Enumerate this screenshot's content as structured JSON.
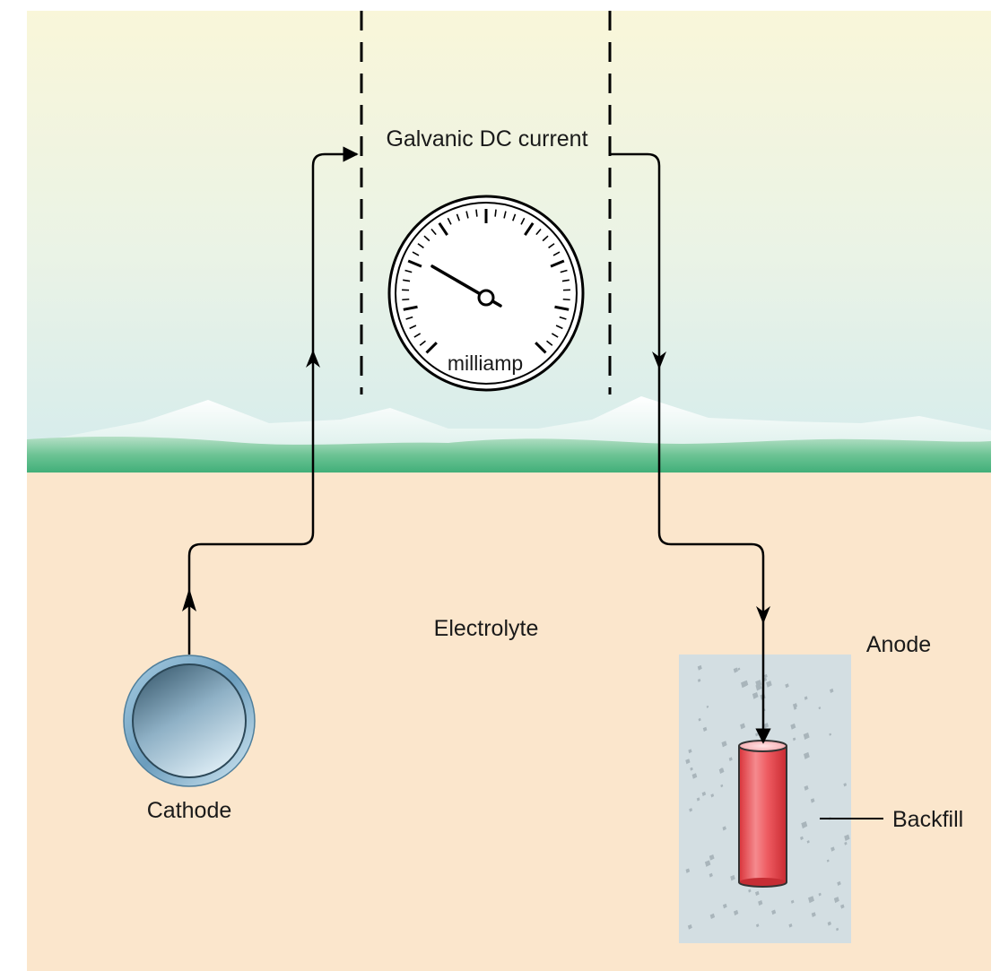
{
  "labels": {
    "current": "Galvanic DC current",
    "meter": "milliamp",
    "electrolyte": "Electrolyte",
    "anode": "Anode",
    "cathode": "Cathode",
    "backfill": "Backfill"
  },
  "meter": {
    "needle_icon": "gauge-needle-icon"
  },
  "colors": {
    "sky_top": "#f9f6d9",
    "sky_bottom": "#dcefef",
    "grass": "#5dbd8a",
    "soil": "#fbe6cc",
    "backfill": "#d3dee2",
    "anode_red": "#e8474d",
    "cathode_blue": "#7aa9c7",
    "wire": "#000000"
  }
}
